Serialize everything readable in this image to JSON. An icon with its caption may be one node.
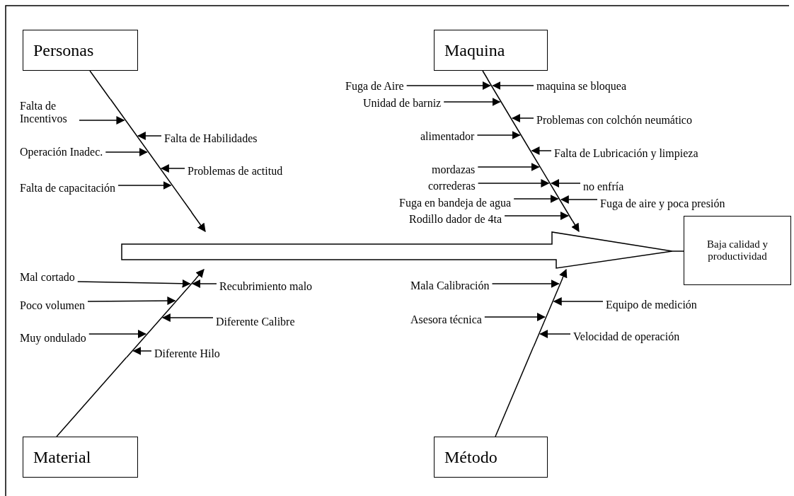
{
  "diagram": {
    "nodes": [
      {
        "text": [
          "Personas"
        ]
      },
      {
        "text": [
          "Maquina"
        ]
      },
      {
        "text": [
          "Falta de Incentivos"
        ]
      },
      {
        "text": [
          "Falta de Habilidades"
        ]
      },
      {
        "text": [
          "Operación Inadec."
        ]
      },
      {
        "text": [
          "Problemas de actitud"
        ]
      },
      {
        "text": [
          "Falta de capacitación"
        ]
      },
      {
        "text": [
          "Fuga de Aire"
        ]
      },
      {
        "text": [
          "maquina se bloquea"
        ]
      },
      {
        "text": [
          "Unidad de barniz"
        ]
      },
      {
        "text": [
          "Problemas con colchón neumático"
        ]
      },
      {
        "text": [
          "alimentador"
        ]
      },
      {
        "text": [
          "Falta de Lubricación y limpieza"
        ]
      },
      {
        "text": [
          "mordazas"
        ]
      },
      {
        "text": [
          "correderas"
        ]
      },
      {
        "text": [
          "no enfría"
        ]
      },
      {
        "text": [
          "Fuga en bandeja de agua"
        ]
      },
      {
        "text": [
          "Fuga de aire y poca presión"
        ]
      },
      {
        "text": [
          "Rodillo dador de 4ta"
        ]
      },
      {
        "text": [],
        "shape": "arrow"
      },
      {
        "text": [
          "Baja calidad y productividad"
        ]
      },
      {
        "text": [
          "Material"
        ]
      },
      {
        "text": [
          "Método"
        ]
      },
      {
        "text": [
          "Mal cortado"
        ]
      },
      {
        "text": [
          "Recubrimiento malo"
        ]
      },
      {
        "text": [
          "Poco volumen"
        ]
      },
      {
        "text": [
          "Diferente Calibre"
        ]
      },
      {
        "text": [
          "Muy ondulado"
        ]
      },
      {
        "text": [
          "Diferente Hilo"
        ]
      },
      {
        "text": [
          "Mala Calibración"
        ]
      },
      {
        "text": [
          "Equipo de medición"
        ]
      },
      {
        "text": [
          "Asesora técnica"
        ]
      },
      {
        "text": [
          "Velocidad de operación"
        ]
      },
      {
        "text": [],
        "shape": "line"
      },
      {
        "text": [],
        "shape": "line"
      },
      {
        "text": [],
        "shape": "line"
      },
      {
        "text": [],
        "shape": "line"
      }
    ],
    "edges": [
      {
        "from": 0,
        "to": 33,
        "arrow": "none"
      },
      {
        "from": 33,
        "to": 19,
        "arrow": "to"
      },
      {
        "from": 1,
        "to": 34,
        "arrow": "none"
      },
      {
        "from": 34,
        "to": 19,
        "arrow": "to"
      },
      {
        "from": 21,
        "to": 35,
        "arrow": "none"
      },
      {
        "from": 35,
        "to": 19,
        "arrow": "to"
      },
      {
        "from": 22,
        "to": 36,
        "arrow": "none"
      },
      {
        "from": 36,
        "to": 19,
        "arrow": "to"
      },
      {
        "from": 19,
        "to": 20,
        "arrow": "none"
      },
      {
        "from": 2,
        "to": 33,
        "arrow": "to"
      },
      {
        "from": 3,
        "to": 33,
        "arrow": "to"
      },
      {
        "from": 4,
        "to": 33,
        "arrow": "to"
      },
      {
        "from": 5,
        "to": 33,
        "arrow": "to"
      },
      {
        "from": 6,
        "to": 33,
        "arrow": "to"
      },
      {
        "from": 7,
        "to": 34,
        "arrow": "to"
      },
      {
        "from": 8,
        "to": 34,
        "arrow": "to"
      },
      {
        "from": 9,
        "to": 34,
        "arrow": "to"
      },
      {
        "from": 10,
        "to": 34,
        "arrow": "to"
      },
      {
        "from": 11,
        "to": 34,
        "arrow": "to"
      },
      {
        "from": 12,
        "to": 34,
        "arrow": "to"
      },
      {
        "from": 13,
        "to": 34,
        "arrow": "to"
      },
      {
        "from": 14,
        "to": 34,
        "arrow": "to"
      },
      {
        "from": 15,
        "to": 34,
        "arrow": "to"
      },
      {
        "from": 16,
        "to": 34,
        "arrow": "to"
      },
      {
        "from": 17,
        "to": 34,
        "arrow": "to"
      },
      {
        "from": 18,
        "to": 34,
        "arrow": "to"
      },
      {
        "from": 23,
        "to": 35,
        "arrow": "to"
      },
      {
        "from": 24,
        "to": 35,
        "arrow": "to"
      },
      {
        "from": 25,
        "to": 35,
        "arrow": "to"
      },
      {
        "from": 26,
        "to": 35,
        "arrow": "to"
      },
      {
        "from": 27,
        "to": 35,
        "arrow": "to"
      },
      {
        "from": 28,
        "to": 35,
        "arrow": "to"
      },
      {
        "from": 29,
        "to": 36,
        "arrow": "to"
      },
      {
        "from": 30,
        "to": 36,
        "arrow": "to"
      },
      {
        "from": 31,
        "to": 36,
        "arrow": "to"
      },
      {
        "from": 32,
        "to": 36,
        "arrow": "to"
      }
    ]
  }
}
